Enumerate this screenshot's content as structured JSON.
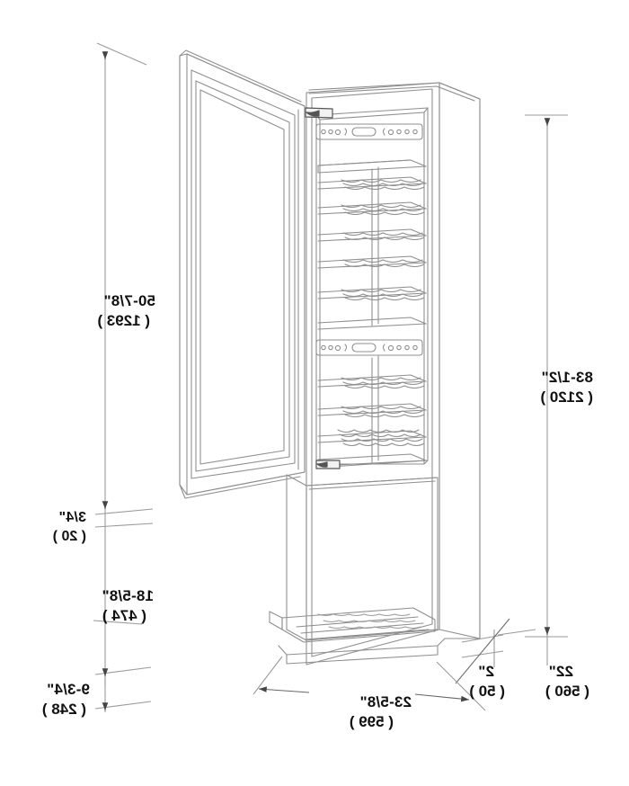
{
  "drawing": {
    "title": "Built-in Wine Column Refrigerator Dimension Drawing",
    "subject": "wine-column-refrigerator",
    "view": "front three-quarter with door open",
    "background_color": "#ffffff",
    "line_color": "#8a8a8a",
    "text_color": "#111111",
    "text_orientation": "mirrored-horizontal"
  },
  "dimensions": {
    "overall_height": {
      "imperial": "83-1/2\"",
      "metric": "( 2120 )",
      "position": "left",
      "description": "overall cabinet height"
    },
    "door_height": {
      "imperial": "50-7/8\"",
      "metric": "( 1293 )",
      "position": "right",
      "description": "door panel height"
    },
    "gap": {
      "imperial": "3/4\"",
      "metric": "( 20 )",
      "position": "right",
      "description": "gap below door"
    },
    "lower_panel": {
      "imperial": "18-5/8\"",
      "metric": "( 474 )",
      "position": "right",
      "description": "lower panel height"
    },
    "toe_kick": {
      "imperial": "9-3/4\"",
      "metric": "( 248 )",
      "position": "right",
      "description": "grille / toe kick height"
    },
    "depth": {
      "imperial": "22\"",
      "metric": "( 560 )",
      "position": "bottom-left",
      "description": "cabinet depth"
    },
    "leveling": {
      "imperial": "2\"",
      "metric": "( 50 )",
      "position": "bottom-left",
      "description": "leveling leg height"
    },
    "width": {
      "imperial": "23-5/8\"",
      "metric": "( 599 )",
      "position": "bottom-center",
      "description": "cabinet width"
    }
  },
  "appliance": {
    "type": "wine-column-refrigerator",
    "control_panels": 2,
    "shelf_count": 8,
    "grille_slot_rows": 3,
    "door_state": "open"
  }
}
